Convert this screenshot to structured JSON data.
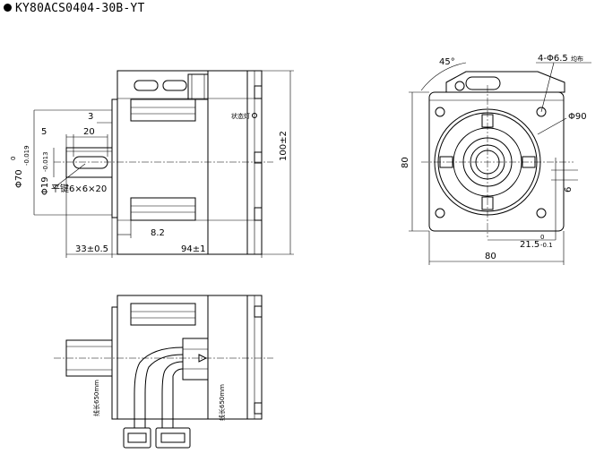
{
  "title": "KY80ACS0404-30B-YT",
  "front_view": {
    "dim_3": "3",
    "dim_5": "5",
    "dim_20": "20",
    "dia_70": "Φ70",
    "dia_70_tol_upper": "0",
    "dia_70_tol_lower": "-0.019",
    "dia_19": "Φ19",
    "dia_19_tol_lower": "-0.013",
    "key_label": "平键6×6×20",
    "dim_8_2": "8.2",
    "dim_33": "33±0.5",
    "dim_94": "94±1",
    "dim_100": "100±2",
    "led_label": "状态灯"
  },
  "end_view": {
    "angle": "45°",
    "holes": "4-Φ6.5",
    "holes_suffix": "均布",
    "dia_90": "Φ90",
    "dim_80_v": "80",
    "dim_80_h": "80",
    "dim_6": "6",
    "dim_21_5": "21.5",
    "dim_21_5_tol_upper": "0",
    "dim_21_5_tol_lower": "-0.1"
  },
  "bottom_view": {
    "cable_left": "线长650mm",
    "cable_right": "线长650mm"
  }
}
